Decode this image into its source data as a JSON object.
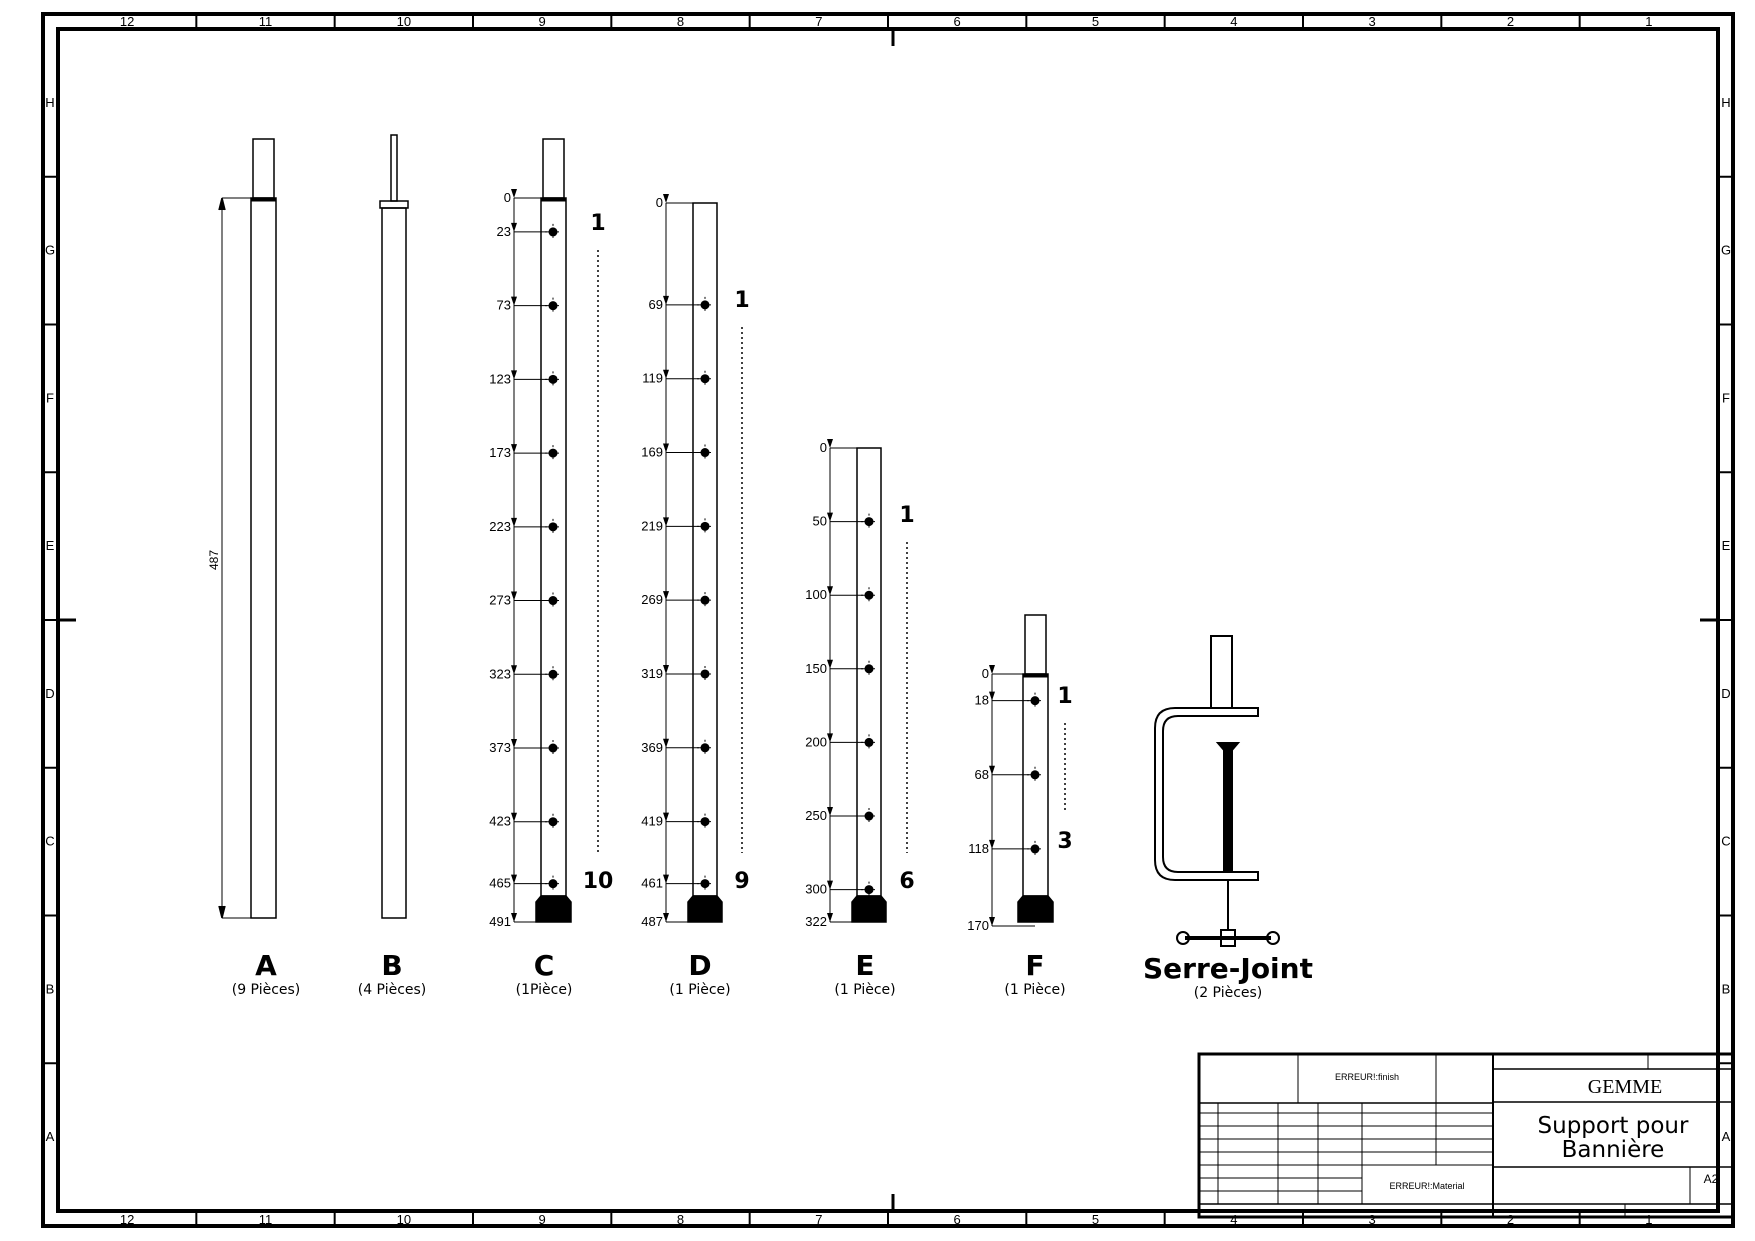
{
  "frame": {
    "col_labels": [
      "12",
      "11",
      "10",
      "9",
      "8",
      "7",
      "6",
      "5",
      "4",
      "3",
      "2",
      "1"
    ],
    "row_labels": [
      "H",
      "G",
      "F",
      "E",
      "D",
      "C",
      "B",
      "A"
    ]
  },
  "parts": [
    {
      "letter": "A",
      "qty": "(9 Pièces)",
      "length_label": "487",
      "marks": [],
      "range": ""
    },
    {
      "letter": "B",
      "qty": "(4 Pièces)",
      "marks": [],
      "range": ""
    },
    {
      "letter": "C",
      "qty": "(1Pièce)",
      "marks": [
        "0",
        "23",
        "73",
        "123",
        "173",
        "223",
        "273",
        "323",
        "373",
        "423",
        "465",
        "491"
      ],
      "range_start": "1",
      "range_end": "10"
    },
    {
      "letter": "D",
      "qty": "(1 Pièce)",
      "marks": [
        "0",
        "69",
        "119",
        "169",
        "219",
        "269",
        "319",
        "369",
        "419",
        "461",
        "487"
      ],
      "range_start": "1",
      "range_end": "9"
    },
    {
      "letter": "E",
      "qty": "(1 Pièce)",
      "marks": [
        "0",
        "50",
        "100",
        "150",
        "200",
        "250",
        "300",
        "322"
      ],
      "range_start": "1",
      "range_end": "6"
    },
    {
      "letter": "F",
      "qty": "(1 Pièce)",
      "marks": [
        "0",
        "18",
        "68",
        "118",
        "170"
      ],
      "range_start": "1",
      "range_end": "3"
    }
  ],
  "clamp": {
    "name": "Serre-Joint",
    "qty": "(2 Pièces)"
  },
  "title_block": {
    "company": "GEMME",
    "title_line1": "Support pour",
    "title_line2": "Bannière",
    "size": "A2",
    "finish": "ERREUR!:finish",
    "material": "ERREUR!:Material"
  }
}
